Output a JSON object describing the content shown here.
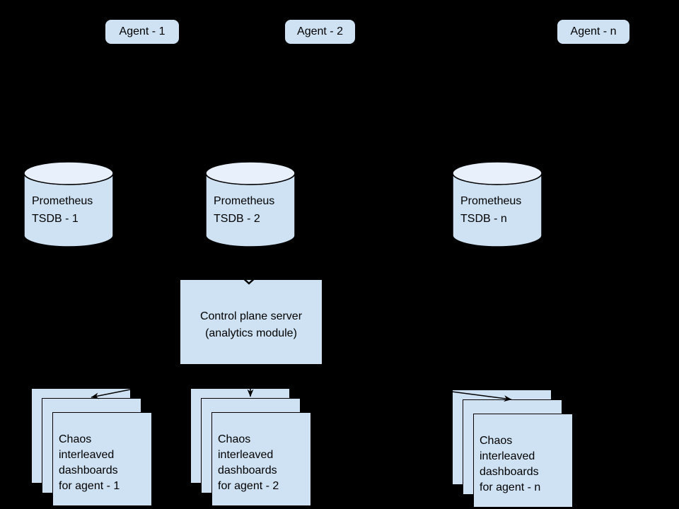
{
  "colors": {
    "background": "#000000",
    "shape_fill": "#cfe2f3",
    "cylinder_top_fill": "#e8f1fb",
    "stroke": "#000000",
    "text": "#000000"
  },
  "diagram": {
    "agents": [
      {
        "label": "Agent - 1"
      },
      {
        "label": "Agent - 2"
      },
      {
        "label": "Agent - n"
      }
    ],
    "tsdbs": [
      {
        "lines": [
          "Prometheus",
          "TSDB - 1"
        ]
      },
      {
        "lines": [
          "Prometheus",
          "TSDB - 2"
        ]
      },
      {
        "lines": [
          "Prometheus",
          "TSDB - n"
        ]
      }
    ],
    "control_plane": {
      "lines": [
        "Control plane server",
        "(analytics module)"
      ]
    },
    "dashboards": [
      {
        "lines": [
          "Chaos",
          "interleaved",
          "dashboards",
          "for agent - 1"
        ]
      },
      {
        "lines": [
          "Chaos",
          "interleaved",
          "dashboards",
          "for agent - 2"
        ]
      },
      {
        "lines": [
          "Chaos",
          "interleaved",
          "dashboards",
          "for agent - n"
        ]
      }
    ]
  }
}
